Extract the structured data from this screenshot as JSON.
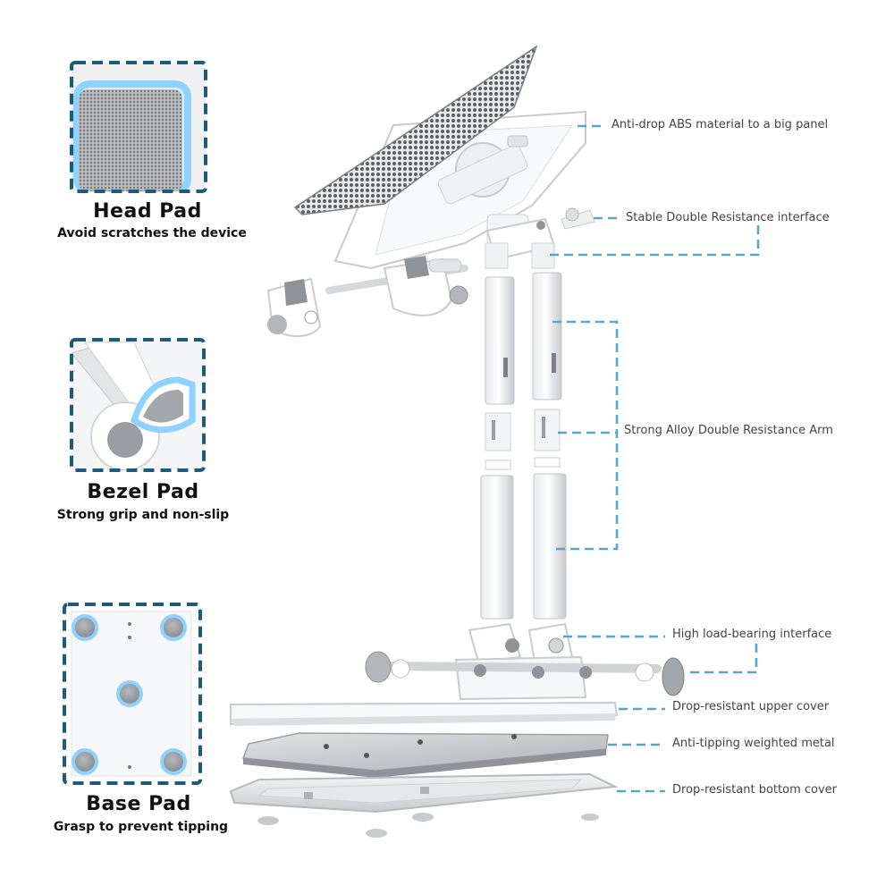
{
  "colors": {
    "dash_blue": "#5aa6c8",
    "frame_navy": "#1d5a7c",
    "glow_blue": "#8fd2ff",
    "aluminum": "#d9dbde",
    "white_part": "#f2f3f4",
    "pad_grey": "#9a9da1"
  },
  "pads": [
    {
      "id": "head",
      "title": "Head Pad",
      "subtitle": "Avoid scratches the device",
      "icon": "mesh-pad-icon"
    },
    {
      "id": "bezel",
      "title": "Bezel Pad",
      "subtitle": "Strong grip and non-slip",
      "icon": "hook-pad-icon"
    },
    {
      "id": "base",
      "title": "Base Pad",
      "subtitle": "Grasp to prevent tipping",
      "icon": "rubber-feet-icon"
    }
  ],
  "callouts": [
    {
      "id": "panel",
      "text": "Anti-drop ABS material to a big panel"
    },
    {
      "id": "interface",
      "text": "Stable Double Resistance interface"
    },
    {
      "id": "arm",
      "text": "Strong Alloy Double Resistance Arm"
    },
    {
      "id": "load",
      "text": "High load-bearing interface"
    },
    {
      "id": "upper",
      "text": "Drop-resistant upper cover"
    },
    {
      "id": "metal",
      "text": "Anti-tipping weighted metal"
    },
    {
      "id": "bottom",
      "text": "Drop-resistant bottom cover"
    }
  ]
}
